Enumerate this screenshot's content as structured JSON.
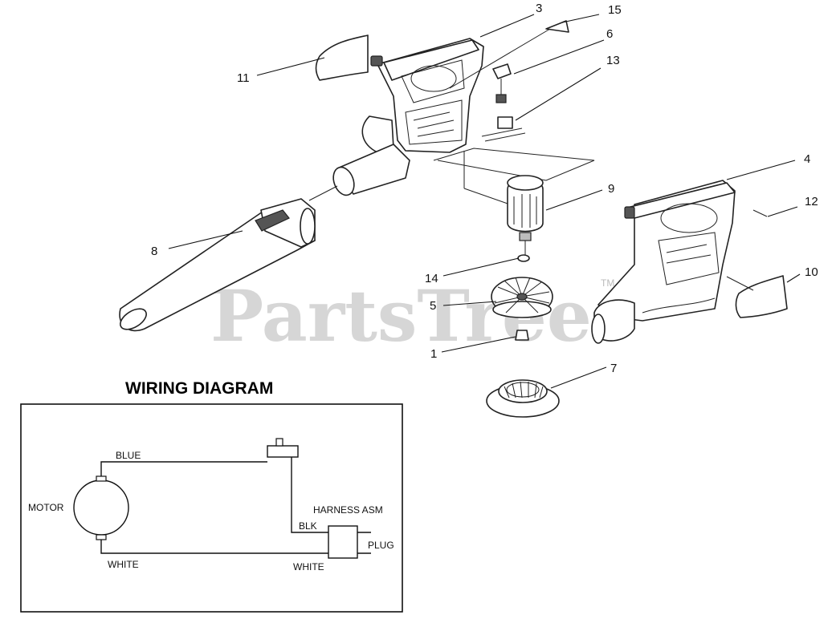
{
  "watermark": {
    "text": "PartsTree",
    "trademark": "TM"
  },
  "callouts": {
    "c1": "1",
    "c3": "3",
    "c4": "4",
    "c5": "5",
    "c6": "6",
    "c7": "7",
    "c8": "8",
    "c9": "9",
    "c10": "10",
    "c11": "11",
    "c12": "12",
    "c13": "13",
    "c14": "14",
    "c15": "15"
  },
  "wiring": {
    "title": "WIRING DIAGRAM",
    "motor_label": "MOTOR",
    "blue_label": "BLUE",
    "white_motor_label": "WHITE",
    "harness_label": "HARNESS ASM",
    "blk_label": "BLK",
    "plug_label": "PLUG",
    "white_harness_label": "WHITE"
  }
}
